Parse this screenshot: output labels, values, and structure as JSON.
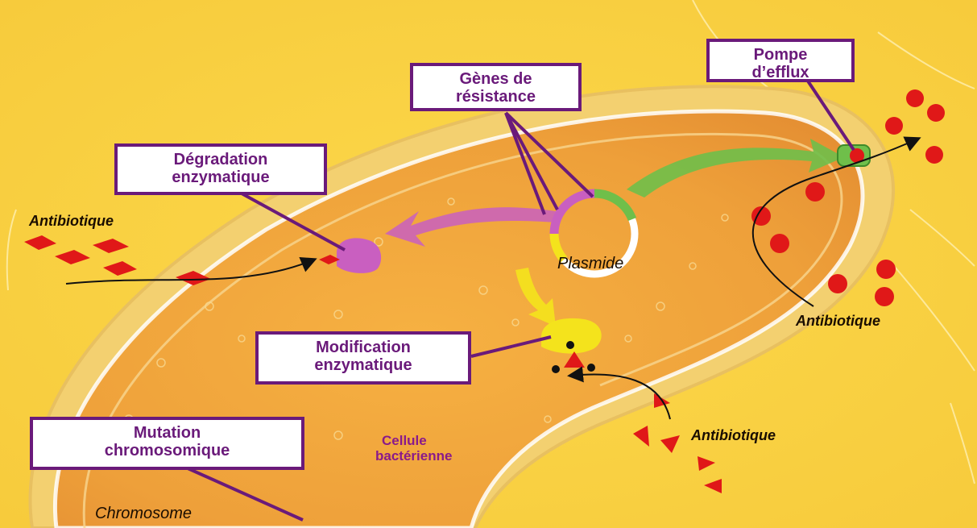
{
  "callouts": {
    "pompe": [
      "Pompe",
      "d’efflux"
    ],
    "genes": [
      "Gènes de",
      "résistance"
    ],
    "degradation": [
      "Dégradation",
      "enzymatique"
    ],
    "modification": [
      "Modification",
      "enzymatique"
    ],
    "mutation": [
      "Mutation",
      "chromosomique"
    ]
  },
  "labels": {
    "antibiotique_left": "Antibiotique",
    "antibiotique_right": "Antibiotique",
    "antibiotique_bottom": "Antibiotique",
    "plasmide": "Plasmide",
    "chromosome": "Chromosome",
    "cellule": [
      "Cellule",
      "bactérienne"
    ]
  },
  "colors": {
    "background": "#fbd63e",
    "cell_body": "#f0a434",
    "callout_border": "#6a1a7a",
    "antibiotic": "#e01818",
    "plasmid_pink": "#c95fc0",
    "plasmid_green": "#6fbf4a",
    "plasmid_yellow": "#f4e31c"
  }
}
